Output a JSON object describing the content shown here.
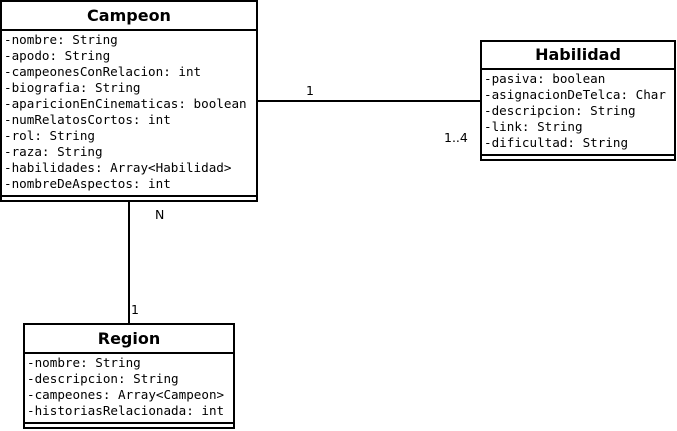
{
  "classes": {
    "campeon": {
      "name": "Campeon",
      "attributes": [
        "-nombre: String",
        "-apodo: String",
        "-campeonesConRelacion: int",
        "-biografia: String",
        "-aparicionEnCinematicas: boolean",
        "-numRelatosCortos: int",
        "-rol: String",
        "-raza: String",
        "-habilidades: Array<Habilidad>",
        "-nombreDeAspectos: int"
      ]
    },
    "habilidad": {
      "name": "Habilidad",
      "attributes": [
        "-pasiva: boolean",
        "-asignacionDeTelca: Char",
        "-descripcion: String",
        "-link: String",
        "-dificultad: String"
      ]
    },
    "region": {
      "name": "Region",
      "attributes": [
        "-nombre: String",
        "-descripcion: String",
        "-campeones: Array<Campeon>",
        "-historiasRelacionada: int"
      ]
    }
  },
  "associations": {
    "campeon_habilidad": {
      "source_mult": "1",
      "target_mult": "1..4"
    },
    "campeon_region": {
      "source_mult": "N",
      "target_mult": "1"
    }
  }
}
